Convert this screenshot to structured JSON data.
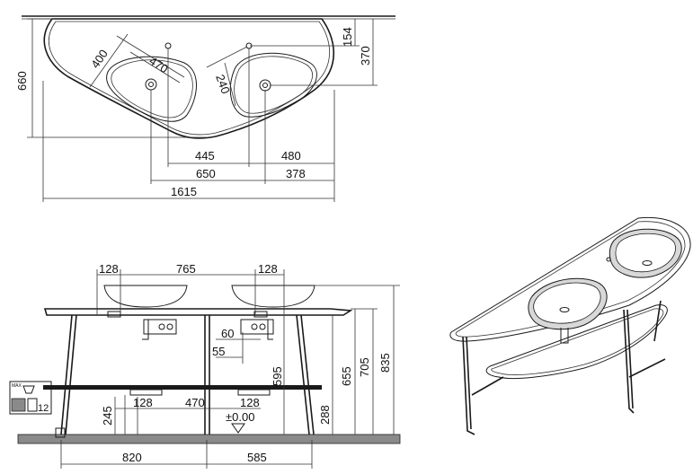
{
  "plan_view": {
    "dims": {
      "d400": "400",
      "d470_diag": "470",
      "d240": "240",
      "d154": "154",
      "d370": "370",
      "d660": "660",
      "d445": "445",
      "d480": "480",
      "d650": "650",
      "d378": "378",
      "d1615": "1615"
    }
  },
  "front_view": {
    "dims": {
      "d128_left": "128",
      "d765": "765",
      "d128_right": "128",
      "d60": "60",
      "d55": "55",
      "d595": "595",
      "d655": "655",
      "d705": "705",
      "d835": "835",
      "d245": "245",
      "d128_low_left": "128",
      "d470": "470",
      "d128_low_right": "128",
      "d_zero": "±0.00",
      "d288": "288",
      "d820": "820",
      "d585": "585"
    },
    "detail_label": "12",
    "detail_small": "MAX"
  }
}
